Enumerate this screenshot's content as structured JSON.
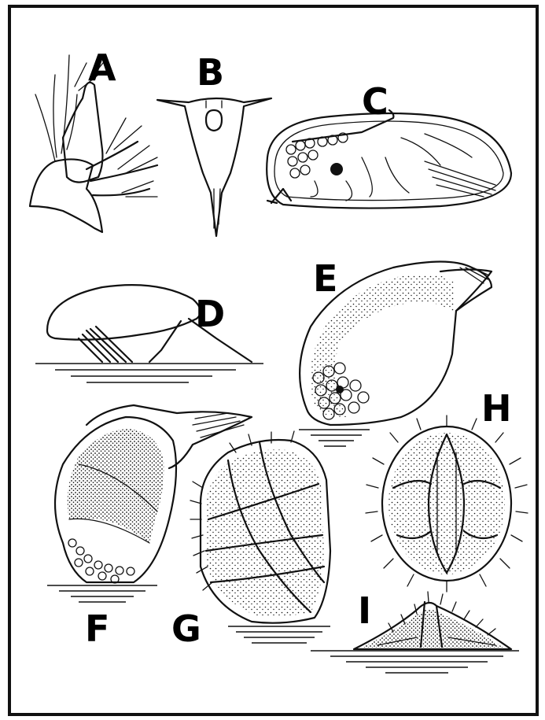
{
  "plate": {
    "panels": [
      {
        "id": "A",
        "label": "A"
      },
      {
        "id": "B",
        "label": "B"
      },
      {
        "id": "C",
        "label": "C"
      },
      {
        "id": "D",
        "label": "D"
      },
      {
        "id": "E",
        "label": "E"
      },
      {
        "id": "F",
        "label": "F"
      },
      {
        "id": "G",
        "label": "G"
      },
      {
        "id": "H",
        "label": "H"
      },
      {
        "id": "I",
        "label": "I"
      }
    ]
  }
}
